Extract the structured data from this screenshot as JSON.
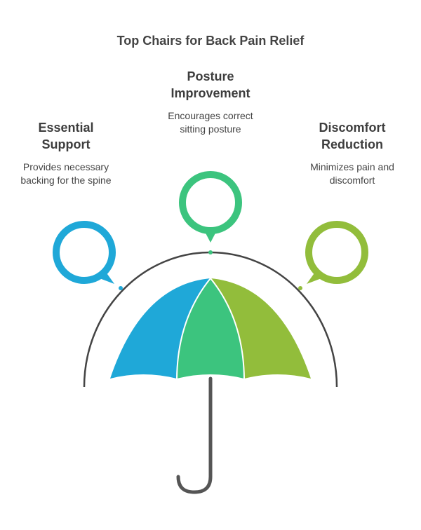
{
  "title": "Top Chairs for Back Pain Relief",
  "items": [
    {
      "heading_line1": "Essential",
      "heading_line2": "Support",
      "desc_line1": "Provides necessary",
      "desc_line2": "backing for the spine",
      "color": "#1fa8d8"
    },
    {
      "heading_line1": "Posture",
      "heading_line2": "Improvement",
      "desc_line1": "Encourages correct",
      "desc_line2": "sitting posture",
      "color": "#3cc47e"
    },
    {
      "heading_line1": "Discomfort",
      "heading_line2": "Reduction",
      "desc_line1": "Minimizes pain and",
      "desc_line2": "discomfort",
      "color": "#92bd3b"
    }
  ],
  "colors": {
    "arc": "#444444",
    "handle": "#555555"
  }
}
